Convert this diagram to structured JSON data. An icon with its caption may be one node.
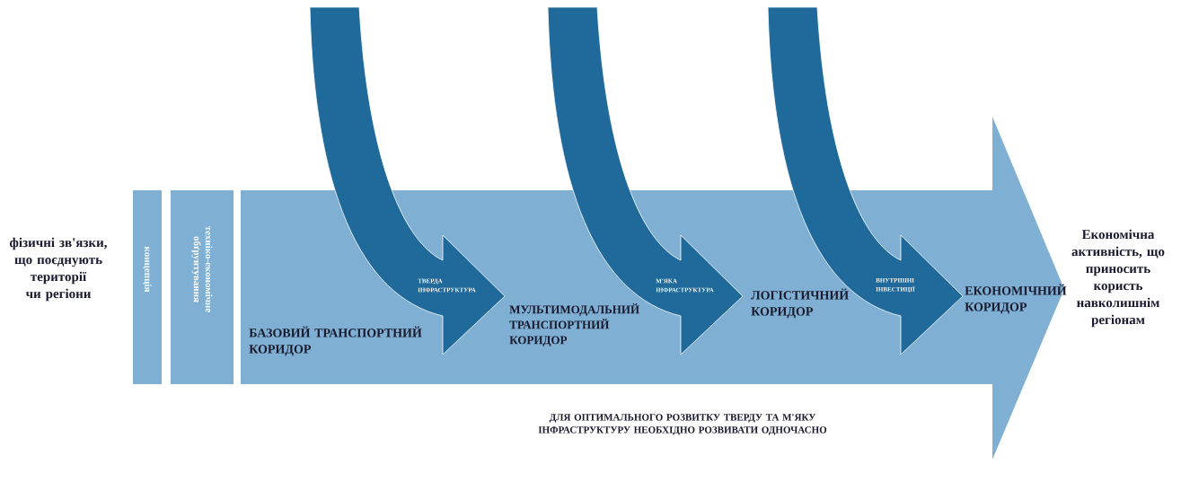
{
  "diagram": {
    "nodes": [
      {
        "text": [
          "фізичні зв'язки, що поєднують території чи регіони"
        ]
      },
      {
        "text": [
          "концепція"
        ]
      },
      {
        "text": [
          "техніко-економічне обґрунтування"
        ]
      },
      {
        "text": [],
        "shape": "arrow"
      },
      {
        "text": [
          "БАЗОВИЙ ТРАНСПОРТНИЙ КОРИДОР"
        ],
        "in": 3
      },
      {
        "text": [
          "ТВЕРДА ІНФРАСТРУКТУРА"
        ]
      },
      {
        "text": [
          "МУЛЬТИМОДАЛЬНИЙ ТРАНСПОРТНИЙ КОРИДОР"
        ],
        "in": 3
      },
      {
        "text": [
          "М'ЯКА ІНФРАСТРУКТУРА"
        ]
      },
      {
        "text": [
          "ЛОГІСТИЧНИЙ КОРИДОР"
        ],
        "in": 3
      },
      {
        "text": [
          "ВНУТРІШНІ ІНВЕСТИЦІЇ"
        ]
      },
      {
        "text": [
          "ЕКОНОМІЧНИЙ КОРИДОР"
        ],
        "in": 3
      },
      {
        "text": [
          "Економічна активність, що приносить користь навколишнім регіонам"
        ]
      }
    ],
    "labels": [
      "ДЛЯ ОПТИМАЛЬНОГО РОЗВИТКУ ТВЕРДУ ТА М'ЯКУ ІНФРАСТРУКТУРУ НЕОБХІДНО РОЗВИВАТИ ОДНОЧАСНО"
    ]
  }
}
